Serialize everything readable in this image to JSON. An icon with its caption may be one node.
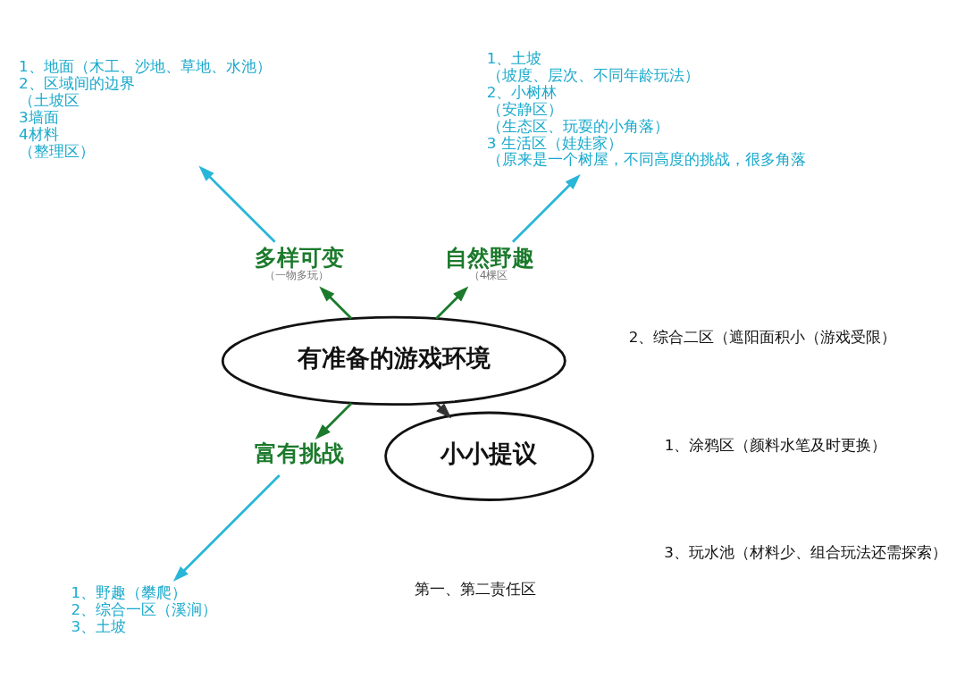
{
  "diagram": {
    "nodes": [
      {
        "text": [
          "有准备的游戏环境"
        ]
      },
      {
        "text": [
          "自然野趣"
        ],
        "beside": [
          "（4棵区"
        ]
      },
      {
        "text": [
          "1、土坡",
          "（坡度、层次、不同年龄玩法）",
          "2、小树林",
          "（安静区）",
          "（生态区、玩耍的小角落）",
          "3 生活区（娃娃家）",
          "（原来是一个树屋，不同高度的挑战，很多角落"
        ]
      },
      {
        "text": [
          "多样可变"
        ],
        "beside": [
          "（一物多玩）"
        ]
      },
      {
        "text": [
          "1、地面（木工、沙地、草地、水池）",
          "2、区域间的边界",
          "（土坡区",
          "3墙面",
          "4材料",
          "（整理区）"
        ]
      },
      {
        "text": [
          "富有挑战"
        ]
      },
      {
        "text": [
          "1、野趣（攀爬）",
          "2、综合一区（溪涧）",
          "3、土坡"
        ]
      },
      {
        "text": [
          "小小提议"
        ]
      }
    ],
    "edges": [
      {
        "from": 0,
        "to": 1,
        "arrow": "to",
        "color": "#1b7a2b"
      },
      {
        "from": 1,
        "to": 2,
        "arrow": "to",
        "color": "#29b6d8"
      },
      {
        "from": 0,
        "to": 3,
        "arrow": "to",
        "color": "#1b7a2b"
      },
      {
        "from": 3,
        "to": 4,
        "arrow": "to",
        "color": "#29b6d8"
      },
      {
        "from": 0,
        "to": 5,
        "arrow": "to",
        "color": "#1b7a2b"
      },
      {
        "from": 5,
        "to": 6,
        "arrow": "to",
        "color": "#29b6d8"
      },
      {
        "from": 0,
        "to": 7,
        "arrow": "to",
        "color": "#333333"
      }
    ],
    "labels": [
      "1、涂鸦区（颜料水笔及时更换）",
      "2、综合二区（遮阳面积小（游戏受限）",
      "3、玩水池（材料少、组合玩法还需探索）",
      "第一、第二责任区"
    ]
  }
}
